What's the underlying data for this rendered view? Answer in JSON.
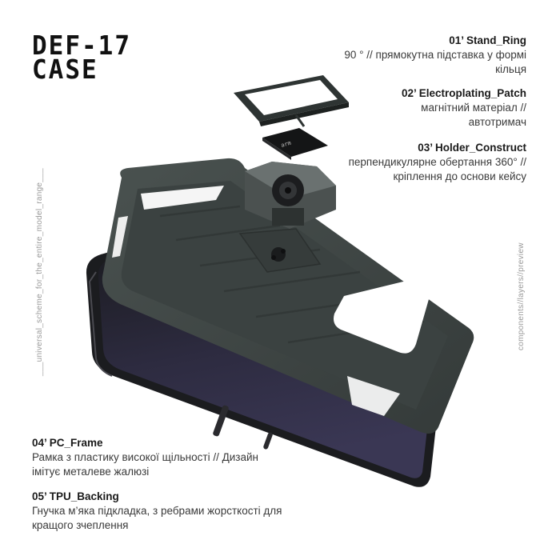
{
  "brand": {
    "logo_line1": "DEF-17",
    "logo_line2": "CASE"
  },
  "vertical_left": "___universal_scheme_for_the_entire_model_range___",
  "vertical_right": "components//layers//preview",
  "components": [
    {
      "title": "01’ Stand_Ring",
      "desc": "90 ° // прямокутна підставка у формі кільця"
    },
    {
      "title": "02’ Electroplating_Patch",
      "desc": "магнітний матеріал // автотримач"
    },
    {
      "title": "03’ Holder_Construct",
      "desc": "перпендикулярне обертання 360° // кріплення до основи кейсу"
    },
    {
      "title": "04’ PC_Frame",
      "desc": "Рамка з пластику високої щільності // Дизайн імітує металеве жалюзі"
    },
    {
      "title": "05’ TPU_Backing",
      "desc": "Гнучка м’яка підкладка, з ребрами жорсткості для кращого зчеплення"
    }
  ],
  "patch_label": "arm",
  "colors": {
    "frame": "#3f4644",
    "frame_dark": "#2c3231",
    "backing": "#1e1f22",
    "screen": "#2b2a3d"
  }
}
